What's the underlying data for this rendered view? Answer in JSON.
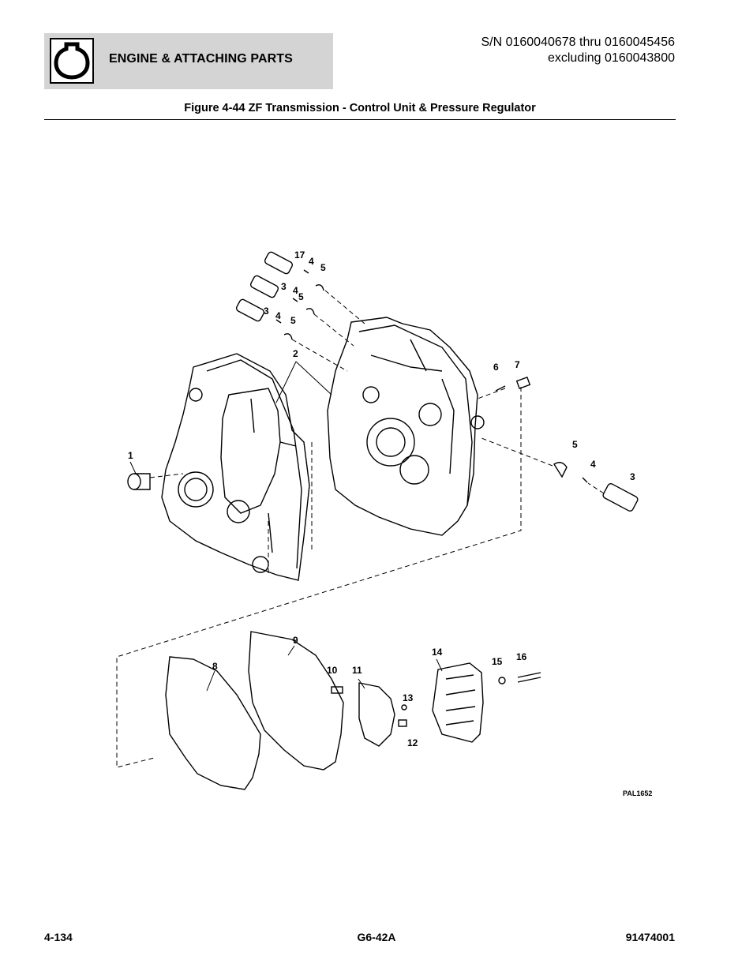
{
  "header": {
    "section_title": "ENGINE & ATTACHING PARTS",
    "serial_line1": "S/N 0160040678 thru 0160045456",
    "serial_line2": "excluding 0160043800"
  },
  "figure": {
    "title": "Figure 4-44 ZF Transmission - Control Unit & Pressure Regulator",
    "drawing_id": "PAL1652",
    "callouts": [
      "17",
      "4",
      "5",
      "3",
      "4",
      "5",
      "3",
      "4",
      "5",
      "2",
      "6",
      "7",
      "1",
      "5",
      "4",
      "3",
      "9",
      "8",
      "10",
      "11",
      "13",
      "12",
      "14",
      "15",
      "16"
    ]
  },
  "footer": {
    "page_number": "4-134",
    "model": "G6-42A",
    "doc_number": "91474001"
  }
}
